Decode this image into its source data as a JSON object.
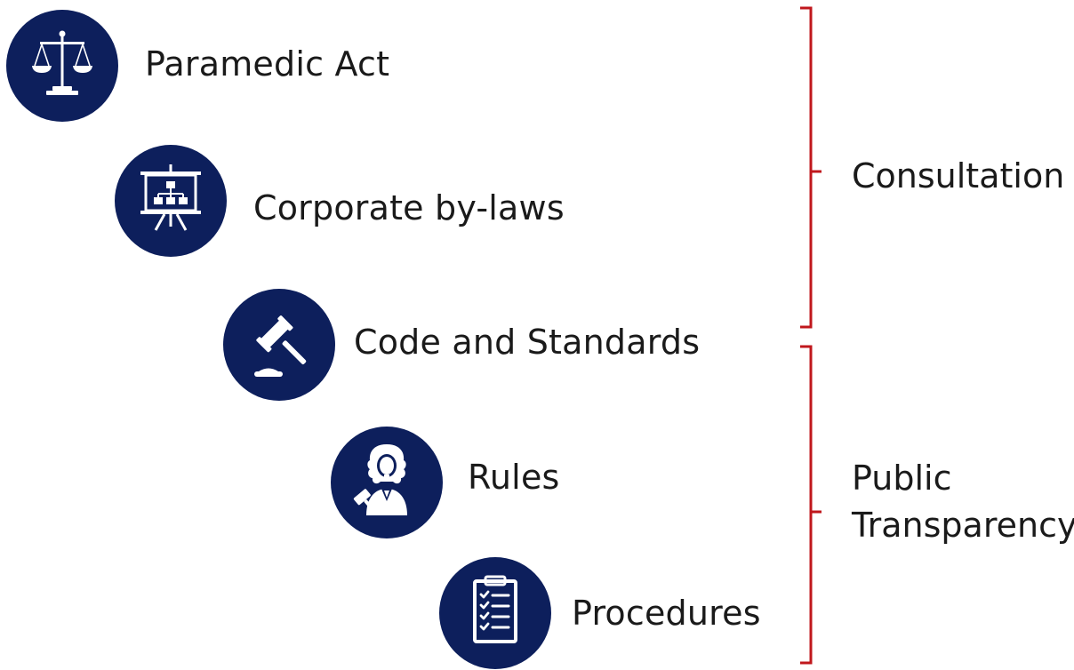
{
  "items": [
    {
      "label": "Paramedic Act",
      "icon": "scales-of-justice-icon"
    },
    {
      "label": "Corporate by-laws",
      "icon": "org-chart-presentation-icon"
    },
    {
      "label": "Code and Standards",
      "icon": "gavel-icon"
    },
    {
      "label": "Rules",
      "icon": "judge-icon"
    },
    {
      "label": "Procedures",
      "icon": "checklist-icon"
    }
  ],
  "groups": [
    {
      "label": "Consultation",
      "lines": [
        "Consultation"
      ]
    },
    {
      "label": "Public Transparency",
      "lines": [
        "Public",
        "Transparency"
      ]
    }
  ],
  "colors": {
    "icon_circle": "#0d1f5c",
    "bracket": "#c0171c",
    "text": "#1a1a1a"
  }
}
